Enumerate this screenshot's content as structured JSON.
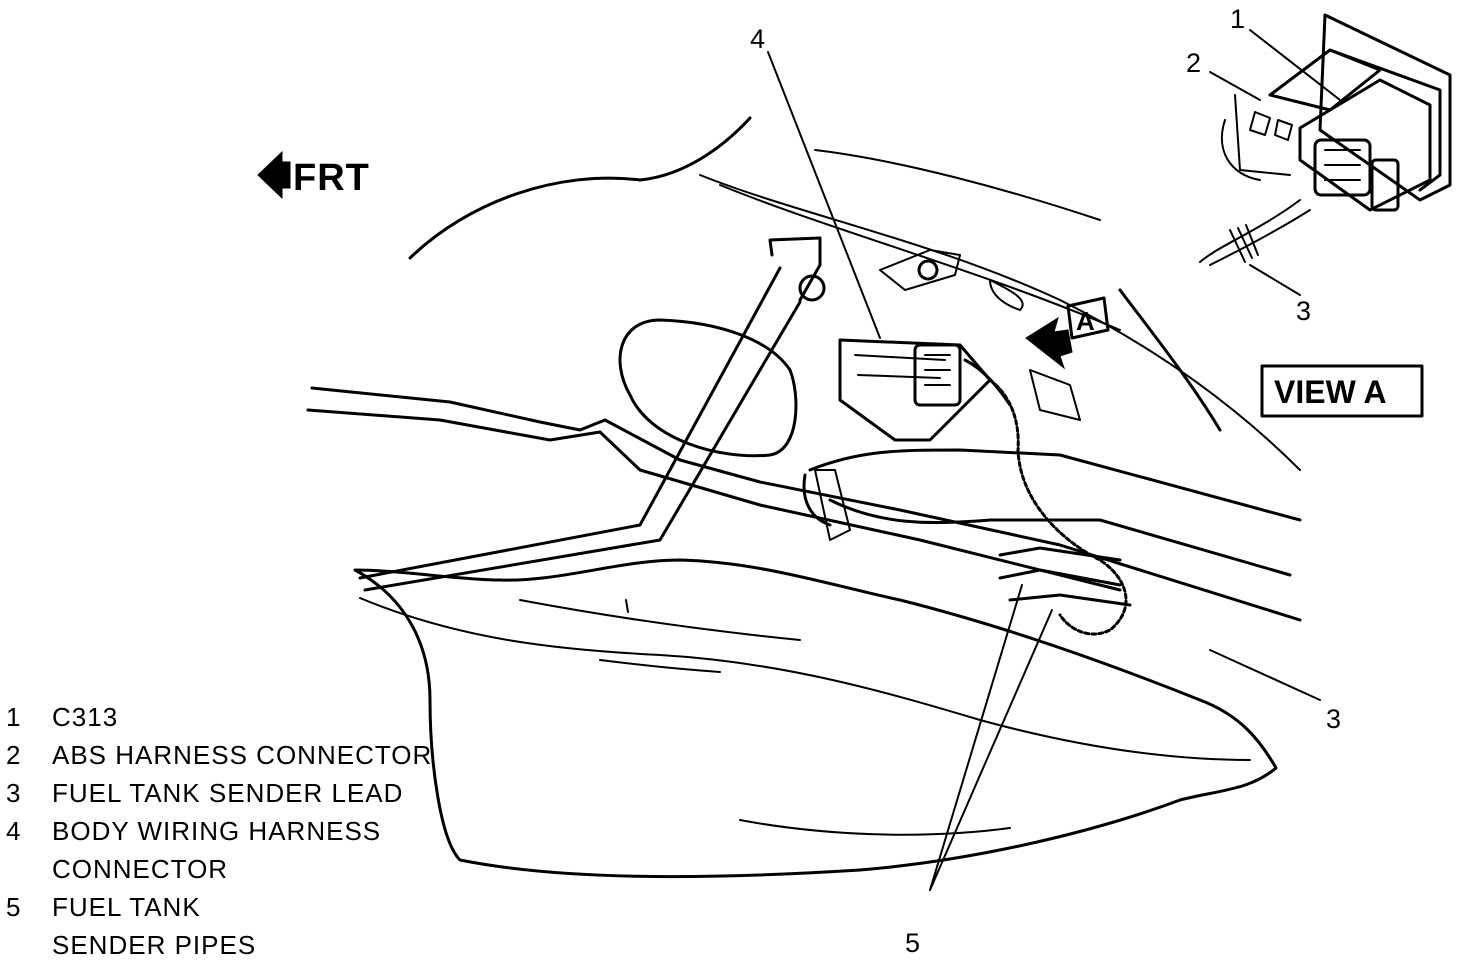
{
  "orientation": {
    "frt_label": "FRT"
  },
  "view": {
    "label": "VIEW A",
    "arrow_label": "A"
  },
  "callouts": [
    {
      "num": "1"
    },
    {
      "num": "2"
    },
    {
      "num": "3"
    },
    {
      "num": "4"
    },
    {
      "num": "5"
    }
  ],
  "legend": [
    {
      "num": "1",
      "text": "C313"
    },
    {
      "num": "2",
      "text": "ABS HARNESS CONNECTOR"
    },
    {
      "num": "3",
      "text": "FUEL TANK SENDER LEAD"
    },
    {
      "num": "4",
      "text": "BODY WIRING HARNESS\nCONNECTOR"
    },
    {
      "num": "5",
      "text": "FUEL TANK\nSENDER PIPES"
    }
  ]
}
